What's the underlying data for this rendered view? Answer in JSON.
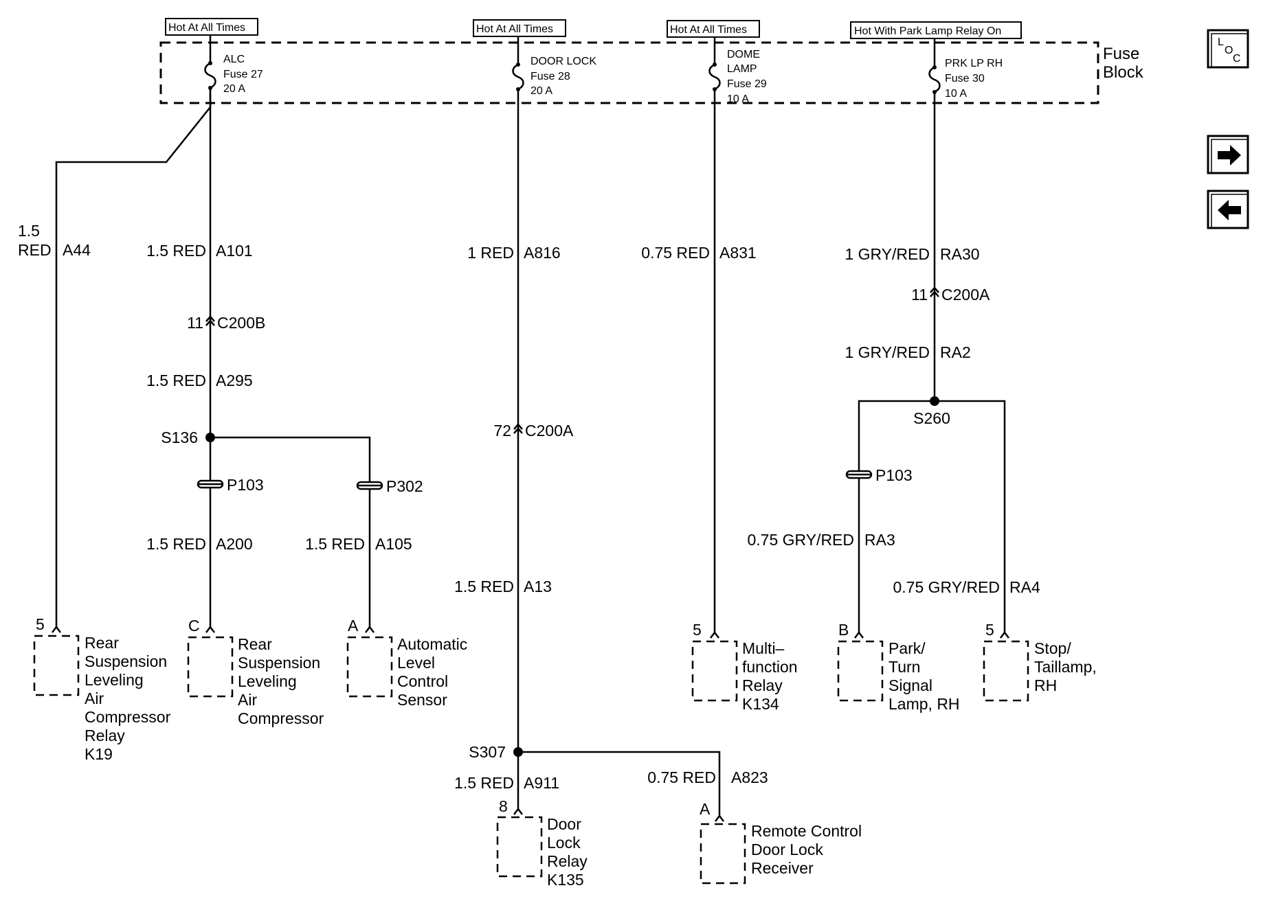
{
  "fuse_block": {
    "title_line1": "Fuse",
    "title_line2": "Block",
    "headers": [
      "Hot At All Times",
      "Hot At All Times",
      "Hot At All Times",
      "Hot With Park Lamp Relay On"
    ],
    "fuses": [
      {
        "lines": [
          "ALC",
          "Fuse 27",
          "20 A"
        ]
      },
      {
        "lines": [
          "DOOR LOCK",
          "Fuse 28",
          "20 A"
        ]
      },
      {
        "lines": [
          "DOME",
          "LAMP",
          "Fuse 29",
          "10 A"
        ]
      },
      {
        "lines": [
          "PRK LP RH",
          "Fuse 30",
          "10 A"
        ]
      }
    ]
  },
  "wires": {
    "a44_size": "1.5",
    "a44_color": "RED",
    "a44_circuit": "A44",
    "a101_spec": "1.5 RED",
    "a101_circuit": "A101",
    "a295_spec": "1.5 RED",
    "a295_circuit": "A295",
    "a200_spec": "1.5 RED",
    "a200_circuit": "A200",
    "a105_spec": "1.5 RED",
    "a105_circuit": "A105",
    "a816_spec": "1 RED",
    "a816_circuit": "A816",
    "a13_spec": "1.5 RED",
    "a13_circuit": "A13",
    "a911_spec": "1.5 RED",
    "a911_circuit": "A911",
    "a823_spec": "0.75 RED",
    "a823_circuit": "A823",
    "a831_spec": "0.75 RED",
    "a831_circuit": "A831",
    "ra30_spec": "1 GRY/RED",
    "ra30_circuit": "RA30",
    "ra2_spec": "1 GRY/RED",
    "ra2_circuit": "RA2",
    "ra3_spec": "0.75 GRY/RED",
    "ra3_circuit": "RA3",
    "ra4_spec": "0.75 GRY/RED",
    "ra4_circuit": "RA4"
  },
  "connectors": {
    "c200b_pin": "11",
    "c200b_name": "C200B",
    "c200a_pin1": "72",
    "c200a_name1": "C200A",
    "c200a_pin2": "11",
    "c200a_name2": "C200A",
    "p103a": "P103",
    "p302": "P302",
    "p103b": "P103"
  },
  "splices": {
    "s136": "S136",
    "s307": "S307",
    "s260": "S260"
  },
  "components": [
    {
      "pin": "5",
      "lines": [
        "Rear",
        "Suspension",
        "Leveling",
        "Air",
        "Compressor",
        "Relay",
        "K19"
      ]
    },
    {
      "pin": "C",
      "lines": [
        "Rear",
        "Suspension",
        "Leveling",
        "Air",
        "Compressor"
      ]
    },
    {
      "pin": "A",
      "lines": [
        "Automatic",
        "Level",
        "Control",
        "Sensor"
      ]
    },
    {
      "pin": "8",
      "lines": [
        "Door",
        "Lock",
        "Relay",
        "K135"
      ]
    },
    {
      "pin": "A",
      "lines": [
        "Remote Control",
        "Door Lock",
        "Receiver"
      ]
    },
    {
      "pin": "5",
      "lines": [
        "Multi–",
        "function",
        "Relay",
        "K134"
      ]
    },
    {
      "pin": "B",
      "lines": [
        "Park/",
        "Turn",
        "Signal",
        "Lamp, RH"
      ]
    },
    {
      "pin": "5",
      "lines": [
        "Stop/",
        "Taillamp,",
        "RH"
      ]
    }
  ],
  "nav": {
    "loc_l": "L",
    "loc_o": "O",
    "loc_c": "C",
    "next_icon": "arrow-right-icon",
    "prev_icon": "arrow-left-icon"
  }
}
